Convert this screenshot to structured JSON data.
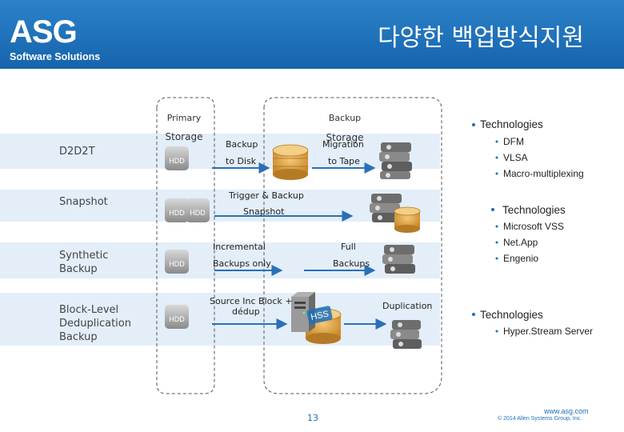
{
  "header": {
    "logo": "ASG",
    "logo_sub": "Software Solutions",
    "title": "다양한 백업방식지원",
    "colors": {
      "brand": "#1d6fb8",
      "band": "#e3eef9",
      "arrow": "#2a6fb8"
    }
  },
  "columns": {
    "primary": "Primary",
    "primary_storage": "Storage",
    "backup": "Backup",
    "backup_storage": "Storage"
  },
  "rows": [
    {
      "label": "D2D2T"
    },
    {
      "label": "Snapshot"
    },
    {
      "label": "Synthetic Backup"
    },
    {
      "label": "Block-Level Deduplication Backup"
    }
  ],
  "flows": {
    "backup_to_disk_1": "Backup",
    "backup_to_disk_2": "to Disk",
    "migration_1": "Migration",
    "migration_2": "to Tape",
    "trigger_backup": "Trigger & Backup",
    "snapshot": "Snapshot",
    "incremental_1": "Incremental",
    "incremental_2": "Backups only",
    "full_1": "Full",
    "full_2": "Backups",
    "source_1": "Source Inc Block +",
    "source_2": "dédup",
    "duplication": "Duplication"
  },
  "icons": {
    "hdd_label": "HDD",
    "hss_label": "HSS"
  },
  "bullets": [
    {
      "heading": "Technologies",
      "items": [
        "DFM",
        "VLSA",
        "Macro-multiplexing"
      ]
    },
    {
      "heading": "Technologies",
      "items": [
        "Microsoft VSS",
        "Net.App",
        "Engenio"
      ]
    },
    {
      "heading": "Technologies",
      "items": [
        "Hyper.Stream Server"
      ]
    }
  ],
  "footer": {
    "page_number": "13",
    "website": "www.asg.com",
    "copyright": "© 2014 Allen Systems Group, Inc."
  }
}
